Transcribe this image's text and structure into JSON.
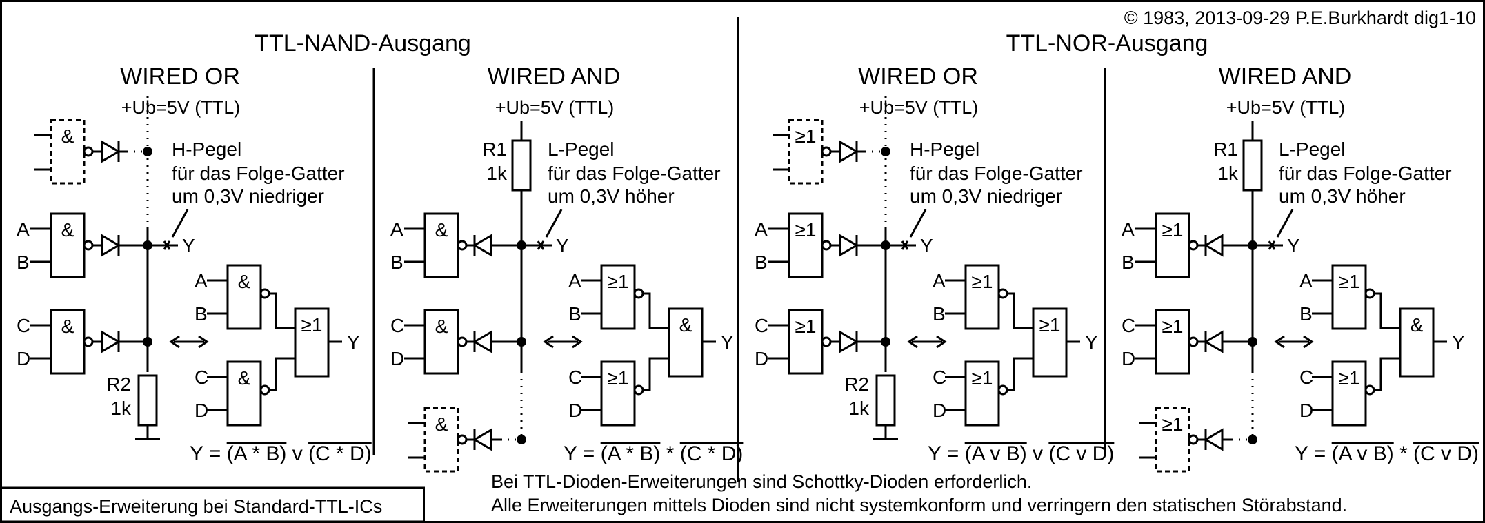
{
  "copyright": "© 1983, 2013-09-29 P.E.Burkhardt dig1-10",
  "footer_box": "Ausgangs-Erweiterung bei Standard-TTL-ICs",
  "notes": [
    "Bei TTL-Dioden-Erweiterungen sind Schottky-Dioden erforderlich.",
    "Alle Erweiterungen mittels Dioden sind nicht systemkonform und verringern den statischen Störabstand."
  ],
  "halves": [
    {
      "title": "TTL-NAND-Ausgang",
      "gate_symbol": "&"
    },
    {
      "title": "TTL-NOR-Ausgang",
      "gate_symbol": "≥1"
    }
  ],
  "panels": [
    {
      "heading": "WIRED OR",
      "supply": "+Ub=5V (TTL)",
      "note_lines": [
        "H-Pegel",
        "für das Folge-Gatter",
        "um 0,3V niedriger"
      ],
      "resistor": [
        "R2",
        "1k"
      ],
      "gate": "&",
      "eq_gate": "&",
      "combine": "≥1",
      "formula": {
        "prefix": "Y = ",
        "t1": "(A * B)",
        "op": " v ",
        "t2": "(C * D)"
      }
    },
    {
      "heading": "WIRED AND",
      "supply": "+Ub=5V (TTL)",
      "note_lines": [
        "L-Pegel",
        "für das Folge-Gatter",
        "um 0,3V höher"
      ],
      "resistor": [
        "R1",
        "1k"
      ],
      "gate": "&",
      "eq_gate": "≥1",
      "combine": "&",
      "formula": {
        "prefix": "Y = ",
        "t1": "(A * B)",
        "op": " * ",
        "t2": "(C * D)"
      }
    },
    {
      "heading": "WIRED OR",
      "supply": "+Ub=5V (TTL)",
      "note_lines": [
        "H-Pegel",
        "für das Folge-Gatter",
        "um 0,3V niedriger"
      ],
      "resistor": [
        "R2",
        "1k"
      ],
      "gate": "≥1",
      "eq_gate": "≥1",
      "combine": "≥1",
      "formula": {
        "prefix": "Y = ",
        "t1": "(A v B)",
        "op": " v ",
        "t2": "(C v D)"
      }
    },
    {
      "heading": "WIRED AND",
      "supply": "+Ub=5V (TTL)",
      "note_lines": [
        "L-Pegel",
        "für das Folge-Gatter",
        "um 0,3V höher"
      ],
      "resistor": [
        "R1",
        "1k"
      ],
      "gate": "≥1",
      "eq_gate": "≥1",
      "combine": "&",
      "formula": {
        "prefix": "Y = ",
        "t1": "(A v B)",
        "op": " * ",
        "t2": "(C v D)"
      }
    }
  ],
  "pins": {
    "a": "A",
    "b": "B",
    "c": "C",
    "d": "D",
    "y": "Y"
  }
}
